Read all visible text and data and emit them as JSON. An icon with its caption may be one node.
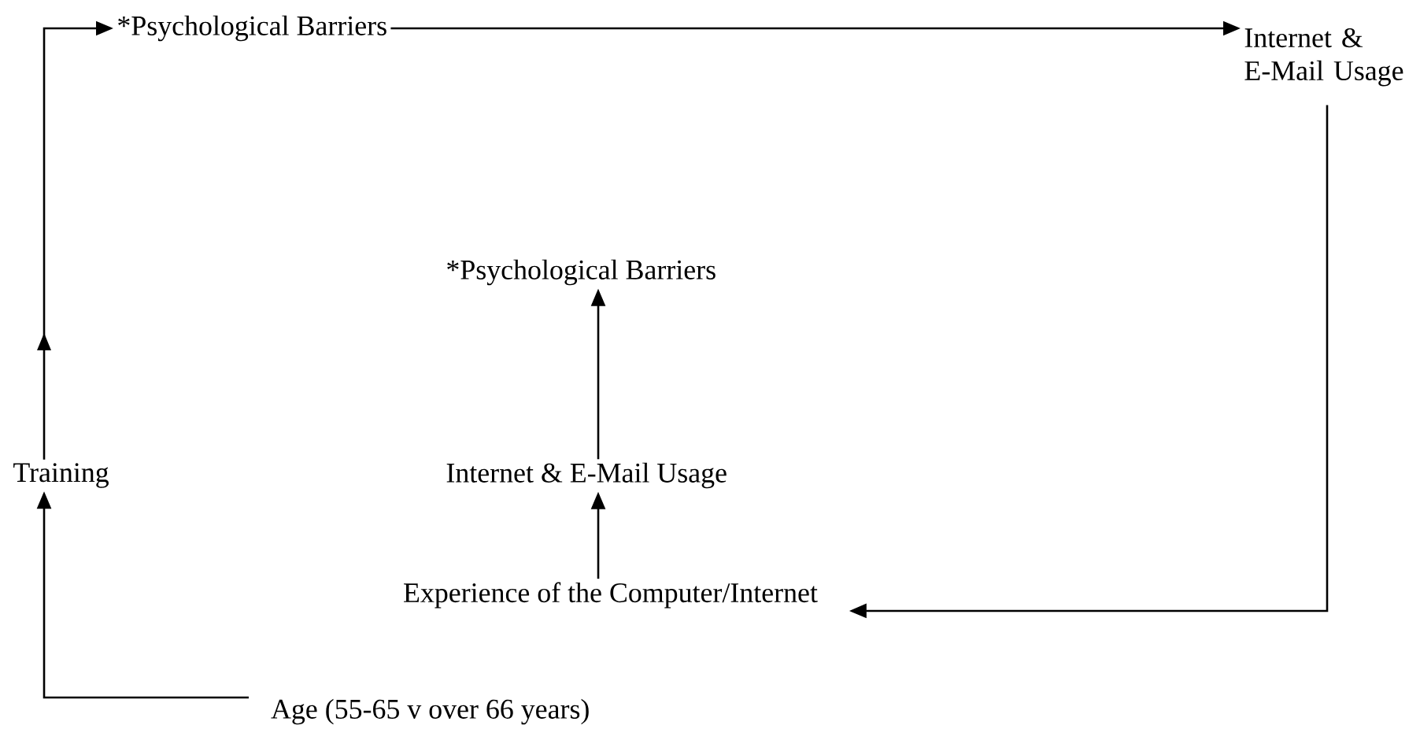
{
  "diagram": {
    "nodes": [
      {
        "text": [
          "*Psychological Barriers"
        ]
      },
      {
        "text": [
          "Internet & E-Mail Usage"
        ]
      },
      {
        "text": [
          "*Psychological Barriers"
        ]
      },
      {
        "text": [
          "Training"
        ]
      },
      {
        "text": [
          "Internet & E-Mail Usage"
        ]
      },
      {
        "text": [
          "Experience of the Computer/Internet"
        ]
      },
      {
        "text": [
          "Age (55-65 v over 66 years)"
        ]
      }
    ],
    "edges": [
      {
        "from": 6,
        "to": 3,
        "arrow": "to"
      },
      {
        "from": 3,
        "to": 0,
        "arrow": "to"
      },
      {
        "from": 0,
        "to": 1,
        "arrow": "to"
      },
      {
        "from": 1,
        "to": 5,
        "arrow": "to"
      },
      {
        "from": 5,
        "to": 4,
        "arrow": "to"
      },
      {
        "from": 4,
        "to": 2,
        "arrow": "to"
      }
    ]
  }
}
